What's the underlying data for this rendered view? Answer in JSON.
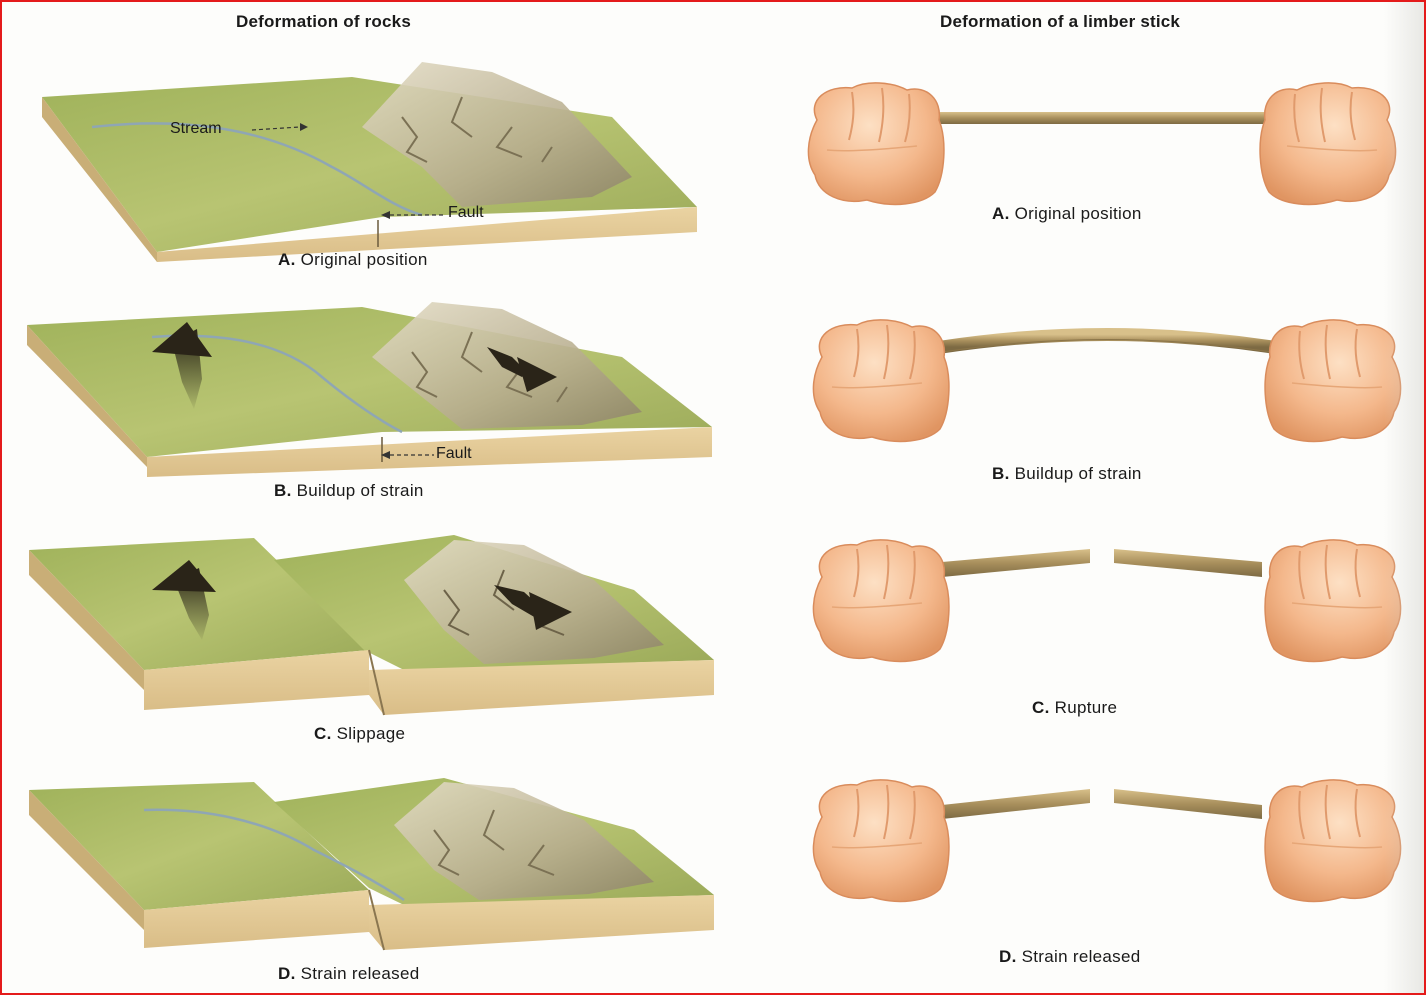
{
  "headings": {
    "rocks": "Deformation of rocks",
    "stick": "Deformation of a limber stick"
  },
  "rocks_panels": [
    {
      "letter": "A.",
      "text": "Original position"
    },
    {
      "letter": "B.",
      "text": "Buildup of strain"
    },
    {
      "letter": "C.",
      "text": "Slippage"
    },
    {
      "letter": "D.",
      "text": "Strain released"
    }
  ],
  "stick_panels": [
    {
      "letter": "A.",
      "text": "Original position"
    },
    {
      "letter": "B.",
      "text": "Buildup of strain"
    },
    {
      "letter": "C.",
      "text": "Rupture"
    },
    {
      "letter": "D.",
      "text": "Strain released"
    }
  ],
  "labels": {
    "stream": "Stream",
    "fault_a": "Fault",
    "fault_b": "Fault"
  },
  "colors": {
    "frame_border": "#e41b1b",
    "land": "#a9b860",
    "block_side": "#e2c896",
    "mountain": "#c9c0a3",
    "stream": "#8fa6b4",
    "fist": "#f2b488",
    "stick": "#b49c68"
  }
}
